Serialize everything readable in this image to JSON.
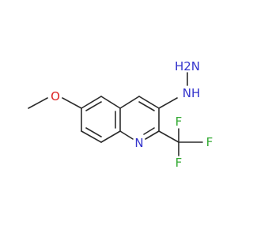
{
  "molecule": {
    "colors": {
      "bond": "#2b2b2b",
      "nitrogen": "#3333cc",
      "oxygen": "#dd2222",
      "fluorine": "#33aa33",
      "hydrogen": "#3333cc"
    },
    "labels": {
      "hydrazine_h2n": "H2N",
      "hydrazine_nh": "NH",
      "methoxy_o": "O",
      "ring_n": "N",
      "f_top": "F",
      "f_right": "F",
      "f_bottom": "F"
    }
  }
}
